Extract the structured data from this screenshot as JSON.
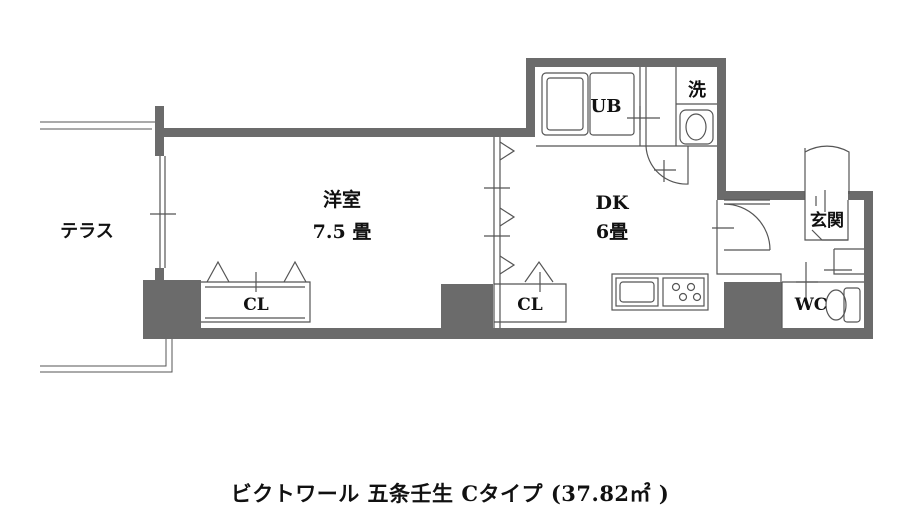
{
  "rooms": {
    "terrace": "テラス",
    "western_room": "洋室",
    "western_room_size": "7.5 畳",
    "dk": "DK",
    "dk_size": "6畳",
    "bath": "UB",
    "laundry": "洗",
    "entrance": "玄関",
    "toilet": "WC",
    "closet_1": "CL",
    "closet_2": "CL"
  },
  "caption": "ビクトワール 五条壬生 Cタイプ (37.82㎡ )",
  "colors": {
    "wall": "#6b6b6b",
    "line": "#555555",
    "background": "#ffffff"
  }
}
